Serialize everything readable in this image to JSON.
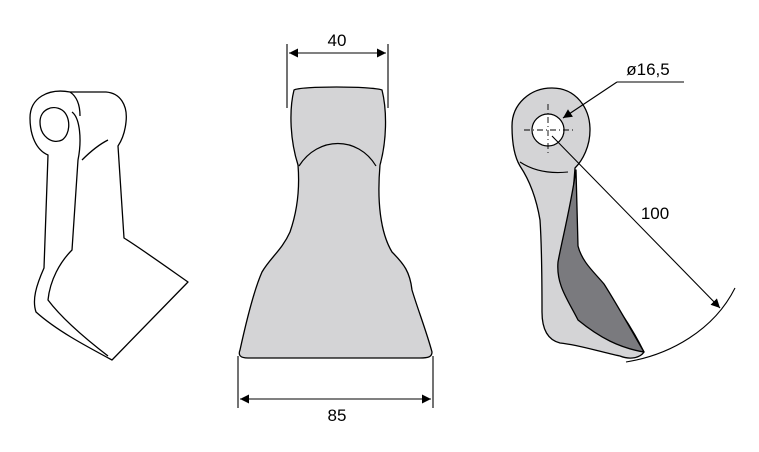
{
  "dimensions": {
    "top_width": "40",
    "bottom_width": "85",
    "hole_diameter": "ø16,5",
    "radius_length": "100"
  },
  "colors": {
    "line": "#000000",
    "part_fill": "#d4d4d6",
    "shade_fill": "#7a7a7e",
    "outline_fill": "#ffffff"
  }
}
